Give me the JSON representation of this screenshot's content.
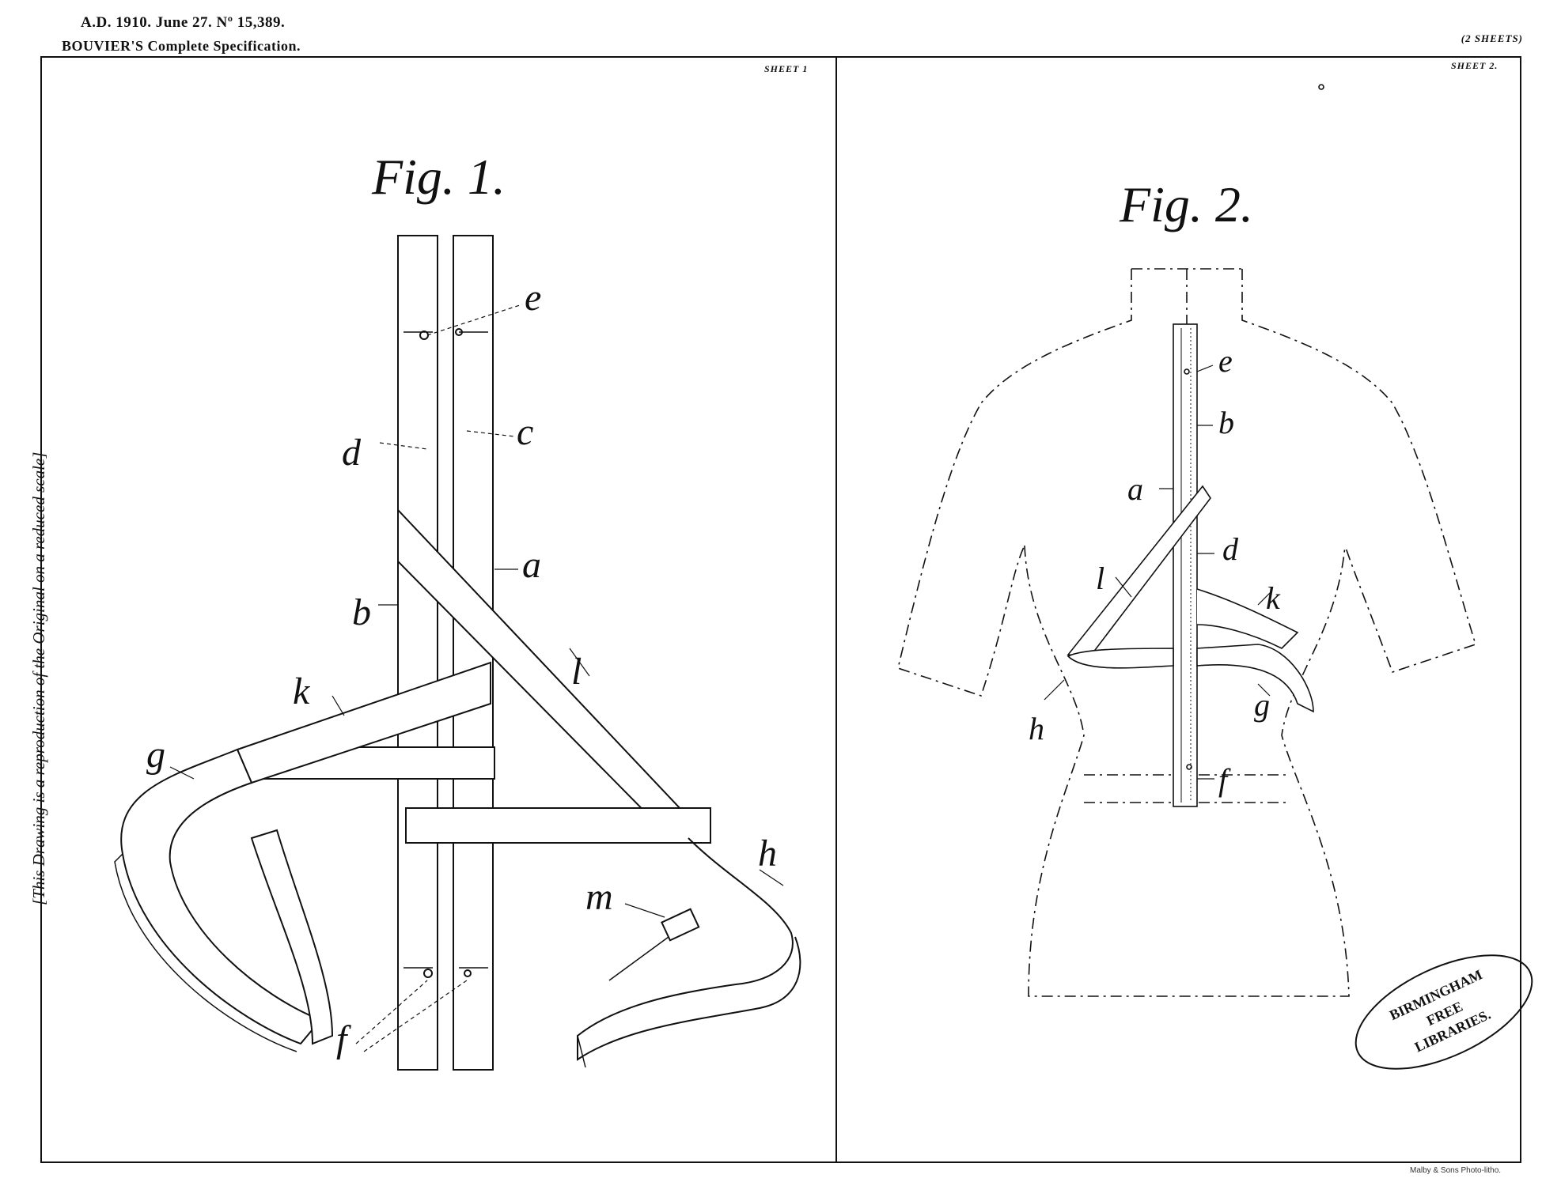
{
  "header": {
    "line1": "A.D. 1910. June 27. Nº 15,389.",
    "line2": "BOUVIER'S Complete Specification.",
    "sheets_count": "(2 SHEETS)"
  },
  "sheet1": {
    "label": "SHEET 1"
  },
  "sheet2": {
    "label": "SHEET 2."
  },
  "side_note": "[This Drawing is a reproduction of the Original on a reduced scale]",
  "fig1": {
    "title": "Fig. 1.",
    "labels": {
      "a": "a",
      "b": "b",
      "c": "c",
      "d": "d",
      "e": "e",
      "f": "f",
      "g": "g",
      "h": "h",
      "k": "k",
      "l": "l",
      "m": "m"
    }
  },
  "fig2": {
    "title": "Fig. 2.",
    "labels": {
      "a": "a",
      "b": "b",
      "d": "d",
      "e": "e",
      "f": "f",
      "g": "g",
      "h": "h",
      "k": "k",
      "l": "l"
    }
  },
  "stamp": {
    "line1": "BIRMINGHAM",
    "line2": "FREE",
    "line3": "LIBRARIES."
  },
  "printer": "Malby & Sons Photo-litho."
}
